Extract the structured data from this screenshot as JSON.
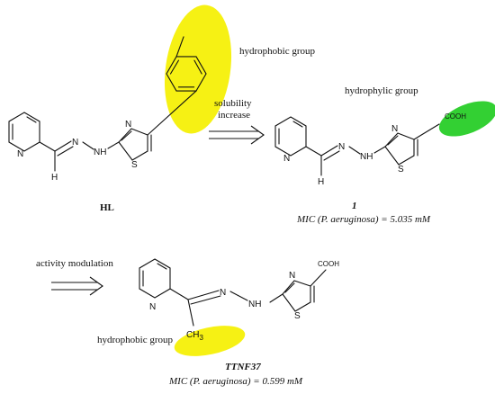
{
  "colors": {
    "hydrophobic_highlight": "#f5f000",
    "hydrophilic_highlight": "#22cc22",
    "ink": "#111111"
  },
  "labels": {
    "hydrophobic_group_top": "hydrophobic group",
    "hydrophylic_group": "hydrophylic group",
    "solubility_line1": "solubility",
    "solubility_line2": "increase",
    "activity_modulation": "activity modulation",
    "hydrophobic_group_bottom": "hydrophobic group"
  },
  "compounds": {
    "hl": {
      "name": "HL"
    },
    "c1": {
      "name": "1",
      "mic_prefix": "MIC (",
      "mic_org": "P. aeruginosa",
      "mic_value": ") = 5.035 mM"
    },
    "ttnf": {
      "name": "TTNF37",
      "mic_prefix": "MIC (",
      "mic_org": "P. aeruginosa",
      "mic_value": ") = 0.599 mM"
    }
  },
  "atoms": {
    "n": "N",
    "nh": "NH",
    "s": "S",
    "h": "H",
    "cooh": "COOH",
    "ch3_c": "CH",
    "ch3_sub": "3"
  }
}
